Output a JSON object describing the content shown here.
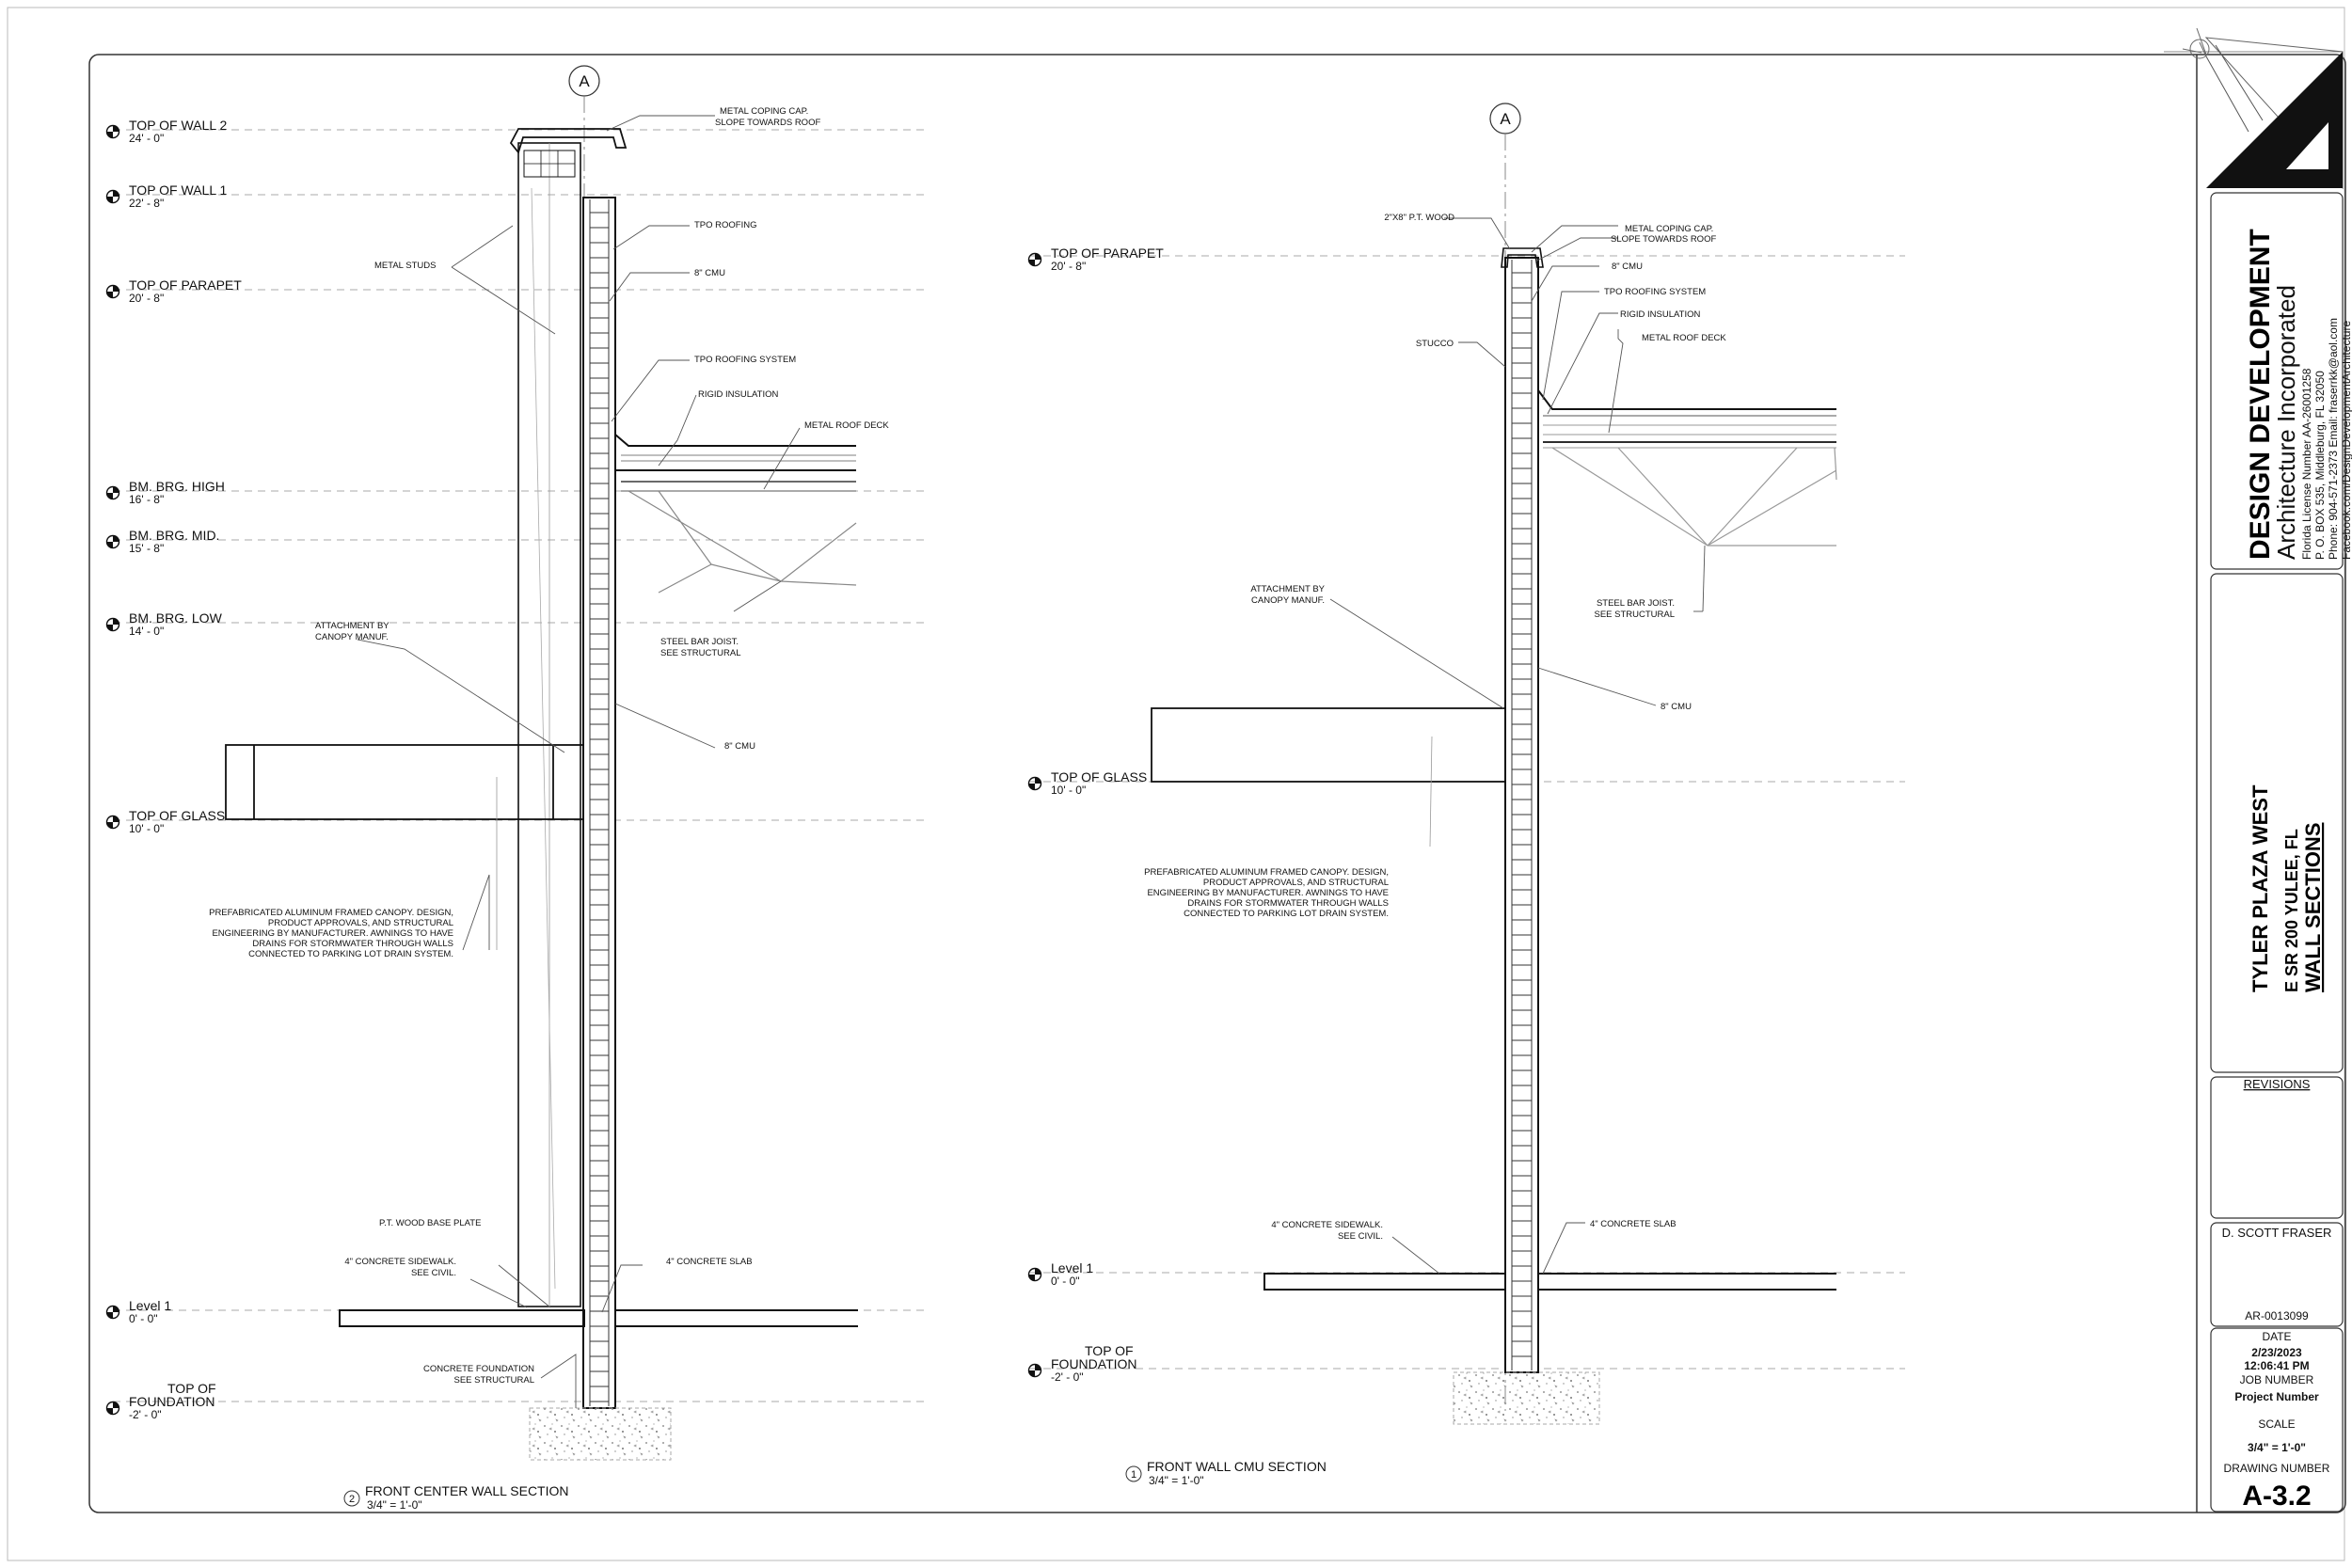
{
  "sheet": {
    "firm_name": "DESIGN DEVELOPMENT",
    "firm_sub": "Architecture Incorporated",
    "firm_lines": [
      "Florida License Number AA-26001258",
      "P. O. BOX 535, Middleburg, FL  32050",
      "Phone: 904-571-2373   Email: fraserrkk@aol.com",
      "Facebook.com/DesignDevelopmentArchitecture"
    ],
    "project_name": "TYLER PLAZA WEST",
    "project_address": "E SR 200 YULEE, FL",
    "sheet_title": "WALL SECTIONS",
    "revisions_label": "REVISIONS",
    "architect": "D. SCOTT FRASER",
    "license_no": "AR-0013099",
    "date_label": "DATE",
    "date": "2/23/2023",
    "time": "12:06:41 PM",
    "job_label": "JOB NUMBER",
    "job_value": "Project Number",
    "scale_label": "SCALE",
    "scale_value": "3/4\" = 1'-0\"",
    "drawing_number_label": "DRAWING NUMBER",
    "drawing_number": "A-3.2"
  },
  "section_left": {
    "grid": "A",
    "view_number": "2",
    "title": "FRONT CENTER WALL SECTION",
    "scale": "3/4\" = 1'-0\"",
    "levels": [
      {
        "name": "TOP OF WALL 2",
        "elev": "24' - 0\""
      },
      {
        "name": "TOP OF WALL 1",
        "elev": "22' - 8\""
      },
      {
        "name": "TOP OF PARAPET",
        "elev": "20' - 8\""
      },
      {
        "name": "BM. BRG. HIGH",
        "elev": "16' - 8\""
      },
      {
        "name": "BM. BRG. MID.",
        "elev": "15' - 8\""
      },
      {
        "name": "BM. BRG. LOW",
        "elev": "14' - 0\""
      },
      {
        "name": "TOP OF GLASS",
        "elev": "10' - 0\""
      },
      {
        "name": "Level 1",
        "elev": "0' - 0\""
      },
      {
        "name": "TOP OF",
        "name2": "FOUNDATION",
        "elev": "-2' - 0\""
      }
    ],
    "notes": {
      "coping1": "METAL COPING CAP.",
      "coping2": "SLOPE TOWARDS ROOF",
      "tpo": "TPO ROOFING",
      "metal_studs": "METAL STUDS",
      "cmu_top": "8\" CMU",
      "tpo_system": "TPO ROOFING SYSTEM",
      "rigid": "RIGID INSULATION",
      "roof_deck": "METAL ROOF DECK",
      "attach1": "ATTACHMENT BY",
      "attach2": "CANOPY MANUF.",
      "joist1": "STEEL BAR JOIST.",
      "joist2": "SEE STRUCTURAL",
      "cmu_mid": "8\" CMU",
      "canopy1": "PREFABRICATED ALUMINUM FRAMED CANOPY. DESIGN,",
      "canopy2": "PRODUCT APPROVALS, AND STRUCTURAL",
      "canopy3": "ENGINEERING BY MANUFACTURER. AWNINGS TO HAVE",
      "canopy4": "DRAINS FOR STORMWATER THROUGH WALLS",
      "canopy5": "CONNECTED TO PARKING LOT DRAIN SYSTEM.",
      "baseplate": "P.T. WOOD BASE PLATE",
      "sidewalk1": "4\"  CONCRETE SIDEWALK.",
      "sidewalk2": "SEE CIVIL.",
      "slab": "4\" CONCRETE SLAB",
      "found1": "CONCRETE FOUNDATION",
      "found2": "SEE STRUCTURAL"
    }
  },
  "section_right": {
    "grid": "A",
    "view_number": "1",
    "title": "FRONT WALL CMU SECTION",
    "scale": "3/4\" = 1'-0\"",
    "levels": [
      {
        "name": "TOP OF PARAPET",
        "elev": "20' - 8\""
      },
      {
        "name": "TOP OF GLASS",
        "elev": "10' - 0\""
      },
      {
        "name": "Level 1",
        "elev": "0' - 0\""
      },
      {
        "name": "TOP OF",
        "name2": "FOUNDATION",
        "elev": "-2' - 0\""
      }
    ],
    "notes": {
      "wood": "2\"X8\" P.T. WOOD",
      "coping1": "METAL COPING CAP.",
      "coping2": "SLOPE TOWARDS ROOF",
      "cmu_top": "8\" CMU",
      "tpo_system": "TPO ROOFING SYSTEM",
      "rigid": "RIGID INSULATION",
      "stucco": "STUCCO",
      "roof_deck": "METAL ROOF DECK",
      "attach1": "ATTACHMENT BY",
      "attach2": "CANOPY MANUF.",
      "joist1": "STEEL BAR JOIST.",
      "joist2": "SEE STRUCTURAL",
      "cmu_mid": "8\" CMU",
      "canopy1": "PREFABRICATED ALUMINUM FRAMED CANOPY. DESIGN,",
      "canopy2": "PRODUCT APPROVALS, AND STRUCTURAL",
      "canopy3": "ENGINEERING BY MANUFACTURER. AWNINGS TO HAVE",
      "canopy4": "DRAINS FOR STORMWATER THROUGH WALLS",
      "canopy5": "CONNECTED TO PARKING LOT DRAIN SYSTEM.",
      "sidewalk1": "4\"  CONCRETE SIDEWALK.",
      "sidewalk2": "SEE CIVIL.",
      "slab": "4\" CONCRETE SLAB"
    }
  }
}
